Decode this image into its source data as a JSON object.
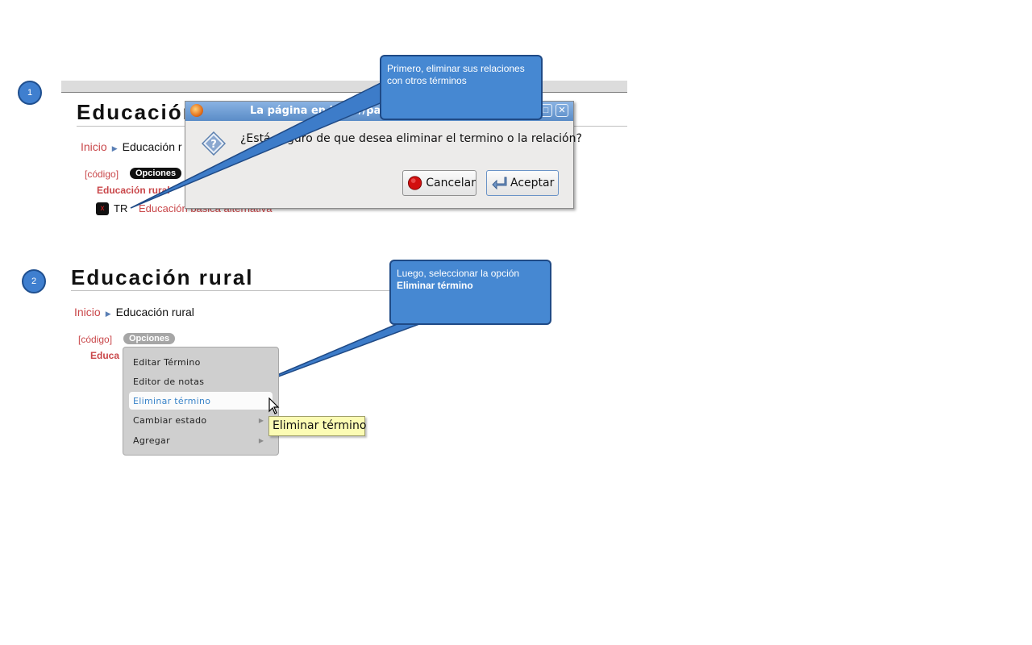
{
  "steps": [
    "1",
    "2"
  ],
  "panel1": {
    "title": "Educación",
    "breadcrumb": {
      "home": "Inicio",
      "current": "Educación r"
    },
    "code_link": "[código]",
    "options_label": "Opciones",
    "term": "Educación rural",
    "relation_type": "TR",
    "related_term": "Educación básica alternativa"
  },
  "dialog": {
    "title": "La página en http://pal",
    "message": "¿Está seguro de que desea eliminar el termino o la relación?",
    "cancel_label": "Cancelar",
    "accept_label": "Aceptar"
  },
  "callout1": {
    "text": "Primero, eliminar sus relaciones con otros términos"
  },
  "panel2": {
    "title": "Educación rural",
    "breadcrumb": {
      "home": "Inicio",
      "current": "Educación rural"
    },
    "code_link": "[código]",
    "options_label": "Opciones",
    "term_partial": "Educa",
    "menu": {
      "items": [
        "Editar Término",
        "Editor de notas",
        "Eliminar término",
        "Cambiar estado",
        "Agregar"
      ],
      "highlighted": "Eliminar término"
    },
    "tooltip": "Eliminar término"
  },
  "callout2": {
    "text": "Luego, seleccionar la opción",
    "bold": "Eliminar término"
  },
  "colors": {
    "link": "#c9474a",
    "callout": "#4688d2",
    "callout_border": "#1f4a86",
    "step": "#3f7fcf"
  },
  "icons": [
    "firefox-icon",
    "question-icon",
    "stop-icon",
    "enter-arrow-icon",
    "delete-x-icon",
    "mouse-cursor-icon",
    "submenu-arrow-icon"
  ]
}
